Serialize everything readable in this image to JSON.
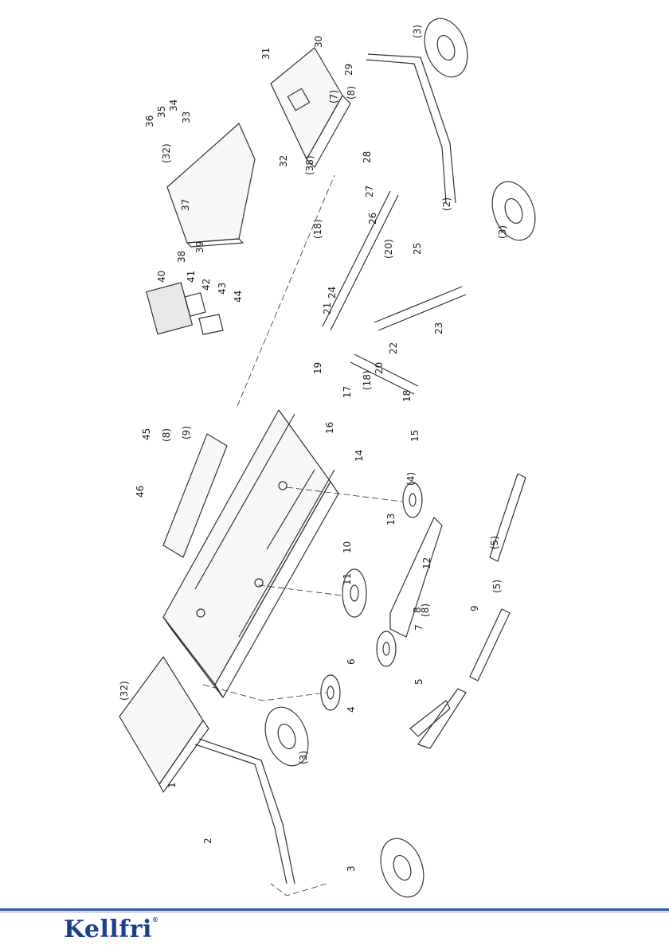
{
  "page": {
    "type": "exploded-parts-diagram"
  },
  "parts": [
    {
      "id": "p1",
      "label": "1"
    },
    {
      "id": "p2",
      "label": "2"
    },
    {
      "id": "p3",
      "label": "3"
    },
    {
      "id": "p3b",
      "label": "(3)"
    },
    {
      "id": "p3c",
      "label": "(3)"
    },
    {
      "id": "p3d",
      "label": "(3)"
    },
    {
      "id": "p2b",
      "label": "(2)"
    },
    {
      "id": "p4",
      "label": "4"
    },
    {
      "id": "p4b",
      "label": "(4)"
    },
    {
      "id": "p5",
      "label": "5"
    },
    {
      "id": "p5b",
      "label": "(5)"
    },
    {
      "id": "p5c",
      "label": "(5)"
    },
    {
      "id": "p6",
      "label": "6"
    },
    {
      "id": "p7",
      "label": "7"
    },
    {
      "id": "p8",
      "label": "8"
    },
    {
      "id": "p8b",
      "label": "(8)"
    },
    {
      "id": "p9",
      "label": "9"
    },
    {
      "id": "p10",
      "label": "10"
    },
    {
      "id": "p11",
      "label": "11"
    },
    {
      "id": "p12",
      "label": "12"
    },
    {
      "id": "p13",
      "label": "13"
    },
    {
      "id": "p14",
      "label": "14"
    },
    {
      "id": "p15",
      "label": "15"
    },
    {
      "id": "p16",
      "label": "16"
    },
    {
      "id": "p17",
      "label": "17"
    },
    {
      "id": "p18",
      "label": "18"
    },
    {
      "id": "p18b",
      "label": "(18)"
    },
    {
      "id": "p18c",
      "label": "(18)"
    },
    {
      "id": "p19",
      "label": "19"
    },
    {
      "id": "p19b",
      "label": "(9)"
    },
    {
      "id": "p20",
      "label": "20"
    },
    {
      "id": "p20b",
      "label": "(20)"
    },
    {
      "id": "p21",
      "label": "21"
    },
    {
      "id": "p22",
      "label": "22"
    },
    {
      "id": "p23",
      "label": "23"
    },
    {
      "id": "p24",
      "label": "24"
    },
    {
      "id": "p25",
      "label": "25"
    },
    {
      "id": "p26",
      "label": "26"
    },
    {
      "id": "p27",
      "label": "27"
    },
    {
      "id": "p28",
      "label": "28"
    },
    {
      "id": "p29",
      "label": "29"
    },
    {
      "id": "p30",
      "label": "30"
    },
    {
      "id": "p31",
      "label": "31"
    },
    {
      "id": "p32",
      "label": "32"
    },
    {
      "id": "p32b",
      "label": "(32)"
    },
    {
      "id": "p32c",
      "label": "(32)"
    },
    {
      "id": "p33",
      "label": "33"
    },
    {
      "id": "p34",
      "label": "34"
    },
    {
      "id": "p35",
      "label": "35"
    },
    {
      "id": "p36",
      "label": "36"
    },
    {
      "id": "p37",
      "label": "37"
    },
    {
      "id": "p38",
      "label": "38"
    },
    {
      "id": "p38b",
      "label": "(38)"
    },
    {
      "id": "p39",
      "label": "39"
    },
    {
      "id": "p40",
      "label": "40"
    },
    {
      "id": "p41",
      "label": "41"
    },
    {
      "id": "p42",
      "label": "42"
    },
    {
      "id": "p43",
      "label": "43"
    },
    {
      "id": "p44",
      "label": "44"
    },
    {
      "id": "p45",
      "label": "45"
    },
    {
      "id": "p45b",
      "label": "(8)"
    },
    {
      "id": "p46",
      "label": "46"
    },
    {
      "id": "p7b",
      "label": "(7)"
    },
    {
      "id": "p8c",
      "label": "(8)"
    }
  ],
  "footer": {
    "brand": "Kellfri",
    "brand_mark": "®",
    "rule_color": "#2b56a8",
    "brand_color": "#1d3f8f"
  }
}
